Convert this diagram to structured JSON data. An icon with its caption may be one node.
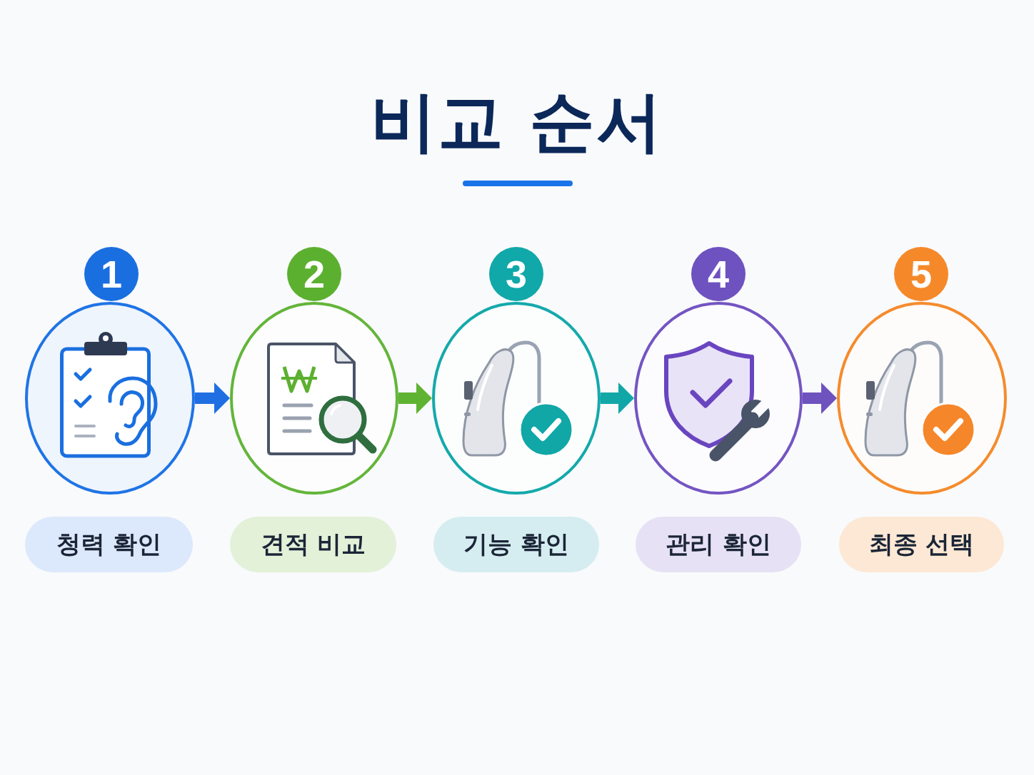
{
  "diagram": {
    "title": "비교 순서",
    "nodes": [
      {
        "text": [
          "1"
        ]
      },
      {
        "text": [
          "2"
        ]
      },
      {
        "text": [
          "3"
        ]
      },
      {
        "text": [
          "4"
        ]
      },
      {
        "text": [
          "5"
        ]
      },
      {
        "text": [],
        "shape": "circle"
      },
      {
        "text": [],
        "shape": "circle"
      },
      {
        "text": [],
        "shape": "circle"
      },
      {
        "text": [],
        "shape": "circle"
      },
      {
        "text": [],
        "shape": "circle"
      },
      {
        "text": [
          "청력 확인"
        ]
      },
      {
        "text": [
          "견적 비교"
        ]
      },
      {
        "text": [
          "기능 확인"
        ]
      },
      {
        "text": [
          "관리 확인"
        ]
      },
      {
        "text": [
          "최종 선택"
        ]
      }
    ],
    "edges": [
      {
        "from": 5,
        "to": 6,
        "arrow": "to",
        "color": "#1f6fe3"
      },
      {
        "from": 6,
        "to": 7,
        "arrow": "to",
        "color": "#5fb332"
      },
      {
        "from": 7,
        "to": 8,
        "arrow": "to",
        "color": "#12a7a7"
      },
      {
        "from": 8,
        "to": 9,
        "arrow": "to",
        "color": "#6e53bf"
      }
    ]
  }
}
